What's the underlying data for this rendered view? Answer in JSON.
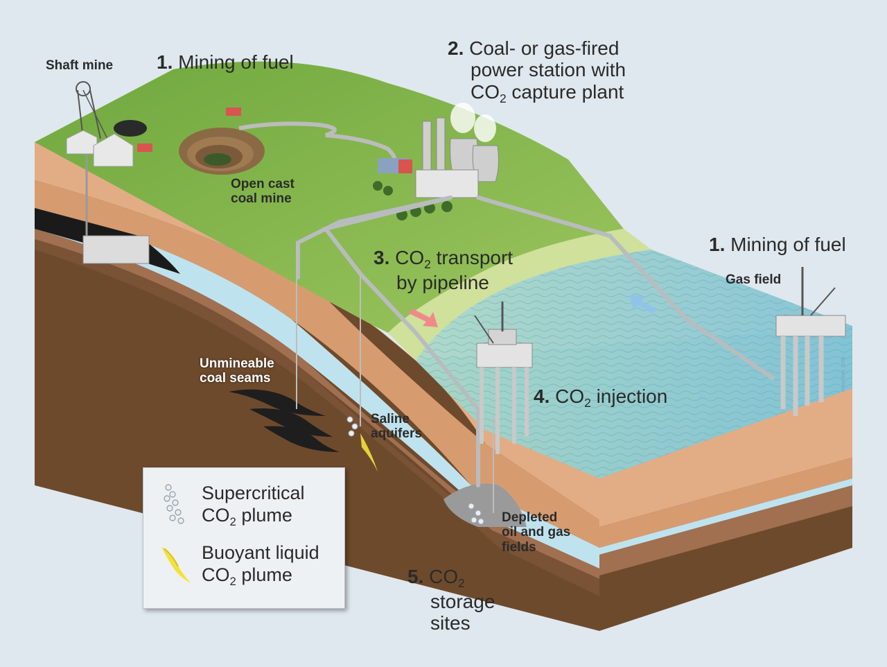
{
  "labels": {
    "shaft_mine": "Shaft mine",
    "mining_fuel_left_num": "1.",
    "mining_fuel_left_text": "Mining of fuel",
    "power_station_num": "2.",
    "power_station_line1": "Coal- or gas-fired",
    "power_station_line2": "power station with",
    "power_station_line3_pre": "CO",
    "power_station_line3_sub": "2",
    "power_station_line3_post": " capture plant",
    "open_cast_line1": "Open cast",
    "open_cast_line2": "coal mine",
    "transport_num": "3.",
    "transport_line1_pre": "CO",
    "transport_line1_sub": "2",
    "transport_line1_post": " transport",
    "transport_line2": "by pipeline",
    "mining_fuel_right_num": "1.",
    "mining_fuel_right_text": "Mining of fuel",
    "gas_field": "Gas field",
    "unmineable_line1": "Unmineable",
    "unmineable_line2": "coal seams",
    "saline_line1": "Saline",
    "saline_line2": "aquifers",
    "injection_num": "4.",
    "injection_pre": "CO",
    "injection_sub": "2",
    "injection_post": " injection",
    "depleted_line1": "Depleted",
    "depleted_line2": "oil and gas",
    "depleted_line3": "fields",
    "storage_num": "5.",
    "storage_line1_pre": "CO",
    "storage_line1_sub": "2",
    "storage_line2": "storage",
    "storage_line3": "sites",
    "credit": "Peter Bird, 2008"
  },
  "legend": {
    "item1_line1": "Supercritical",
    "item1_line2_pre": "CO",
    "item1_line2_sub": "2",
    "item1_line2_post": " plume",
    "item2_line1": "Buoyant liquid",
    "item2_line2_pre": "CO",
    "item2_line2_sub": "2",
    "item2_line2_post": " plume"
  },
  "colors": {
    "grass": "#7fb24a",
    "sea": "#8fcbd9",
    "soil_light": "#e2ad85",
    "soil_mid": "#c98b5c",
    "soil_dark": "#6e4a2c",
    "aquifer": "#bfe3ee",
    "plume_yellow": "#f2e23a"
  },
  "icons": [
    "shaft-mine-tower-icon",
    "house-icon",
    "truck-icon",
    "power-station-icon",
    "oil-platform-icon",
    "gas-platform-icon",
    "arrow-icon",
    "bubble-plume-icon",
    "liquid-plume-icon"
  ]
}
